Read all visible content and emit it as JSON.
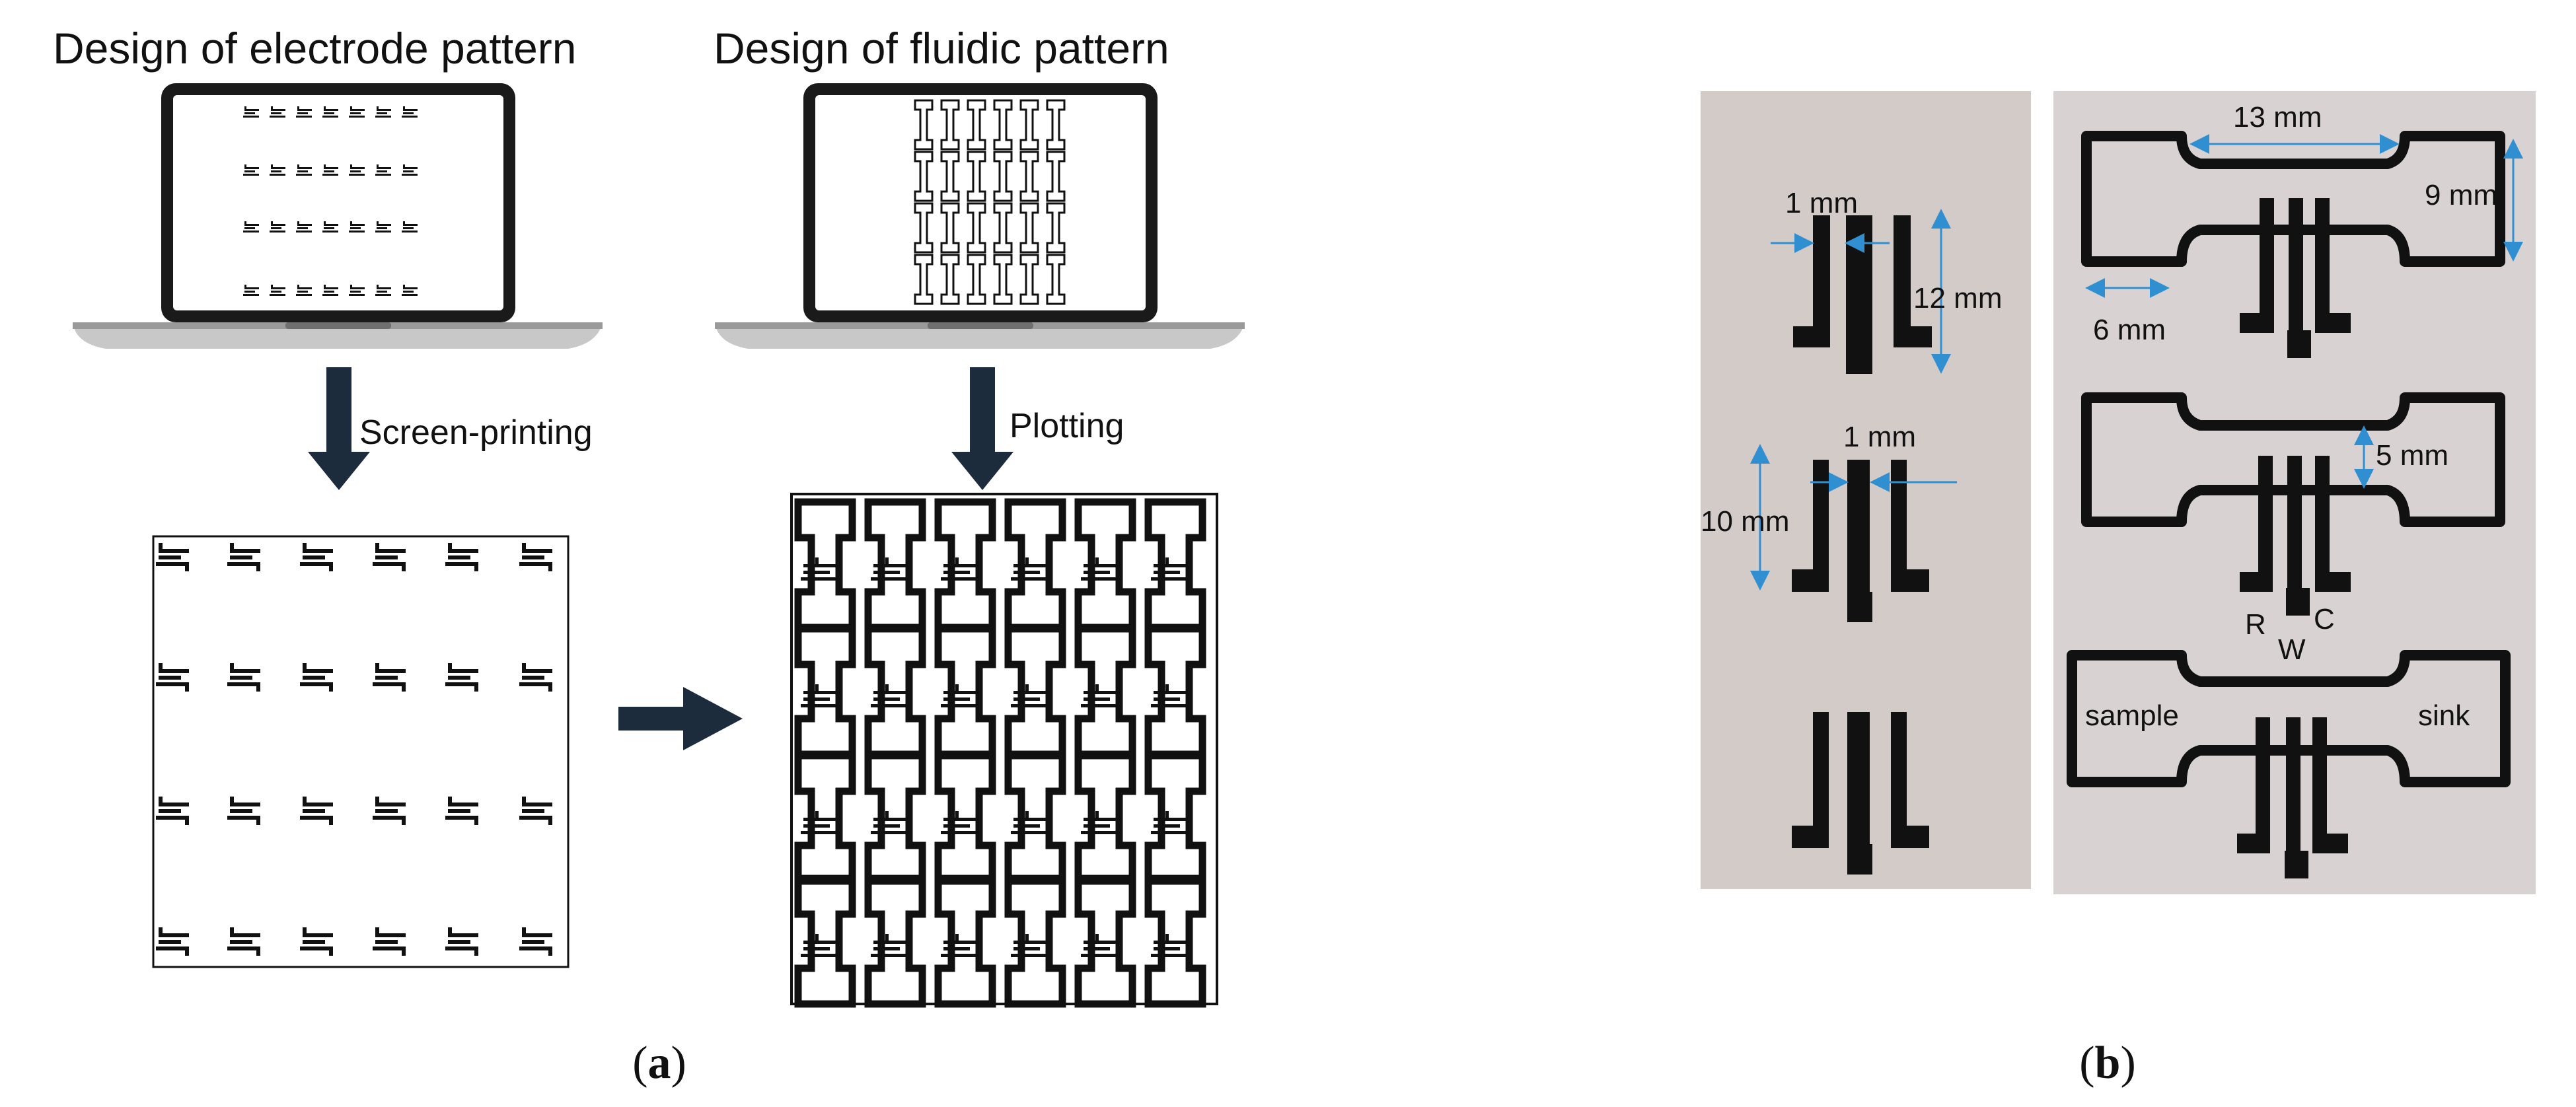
{
  "panel_a": {
    "title_electrode": "Design of electrode pattern",
    "title_fluidic": "Design of fluidic pattern",
    "step_screen_printing": "Screen-printing",
    "step_plotting": "Plotting",
    "label_prefix": "(",
    "label_letter": "a",
    "label_suffix": ")"
  },
  "panel_b": {
    "dimensions": {
      "d_1mm_top": "1 mm",
      "d_12mm": "12 mm",
      "d_1mm_mid": "1 mm",
      "d_10mm": "10 mm",
      "d_13mm": "13 mm",
      "d_9mm": "9 mm",
      "d_6mm": "6 mm",
      "d_5mm": "5 mm"
    },
    "electrodes": {
      "r": "R",
      "w": "W",
      "c": "C"
    },
    "zones": {
      "sample": "sample",
      "sink": "sink"
    },
    "label_prefix": "(",
    "label_letter": "b",
    "label_suffix": ")"
  },
  "colors": {
    "ink": "#111111",
    "dimension_arrow": "#2f8fd0",
    "paper_left": "#d2cbc8",
    "paper_right": "#d9d2d3",
    "arrow_fill": "#1d2c3d"
  }
}
